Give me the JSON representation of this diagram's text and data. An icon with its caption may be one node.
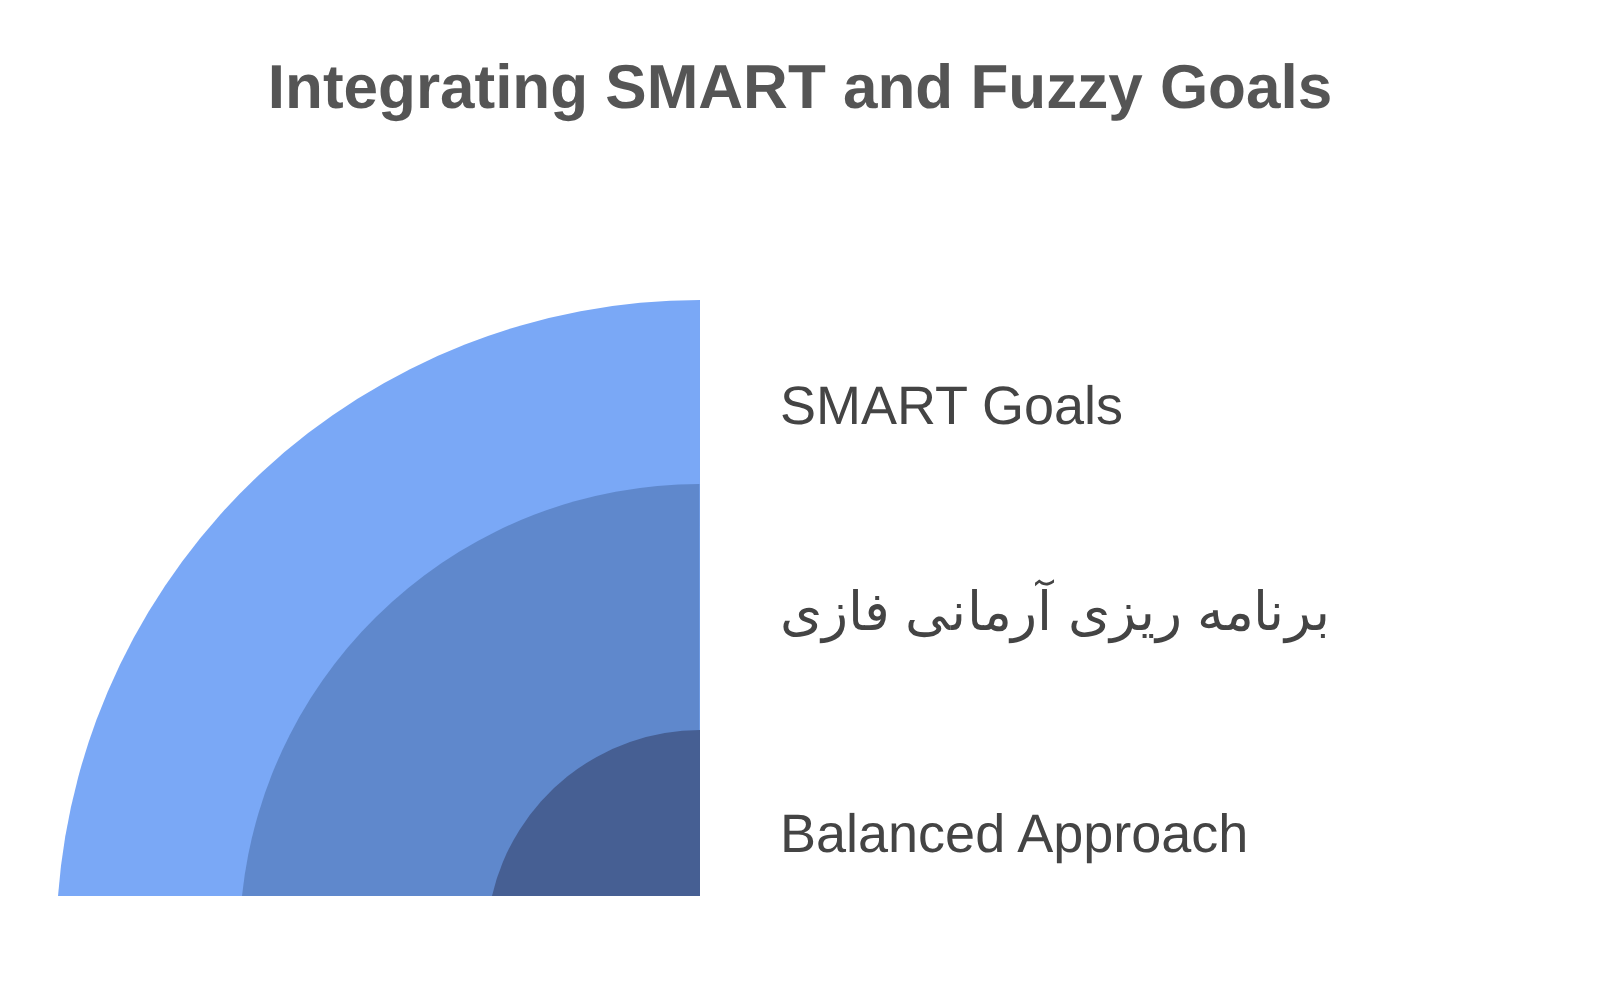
{
  "diagram": {
    "title": "Integrating SMART and Fuzzy Goals",
    "nodes": [
      {
        "text": [],
        "shape": "quarter-circle",
        "beside": [
          "SMART Goals"
        ]
      },
      {
        "text": [],
        "shape": "quarter-circle",
        "in": 0,
        "beside": [
          "برنامه ریزی آرمانی فازی"
        ]
      },
      {
        "text": [],
        "shape": "quarter-circle",
        "in": 1,
        "beside": [
          "Balanced Approach"
        ]
      }
    ]
  }
}
